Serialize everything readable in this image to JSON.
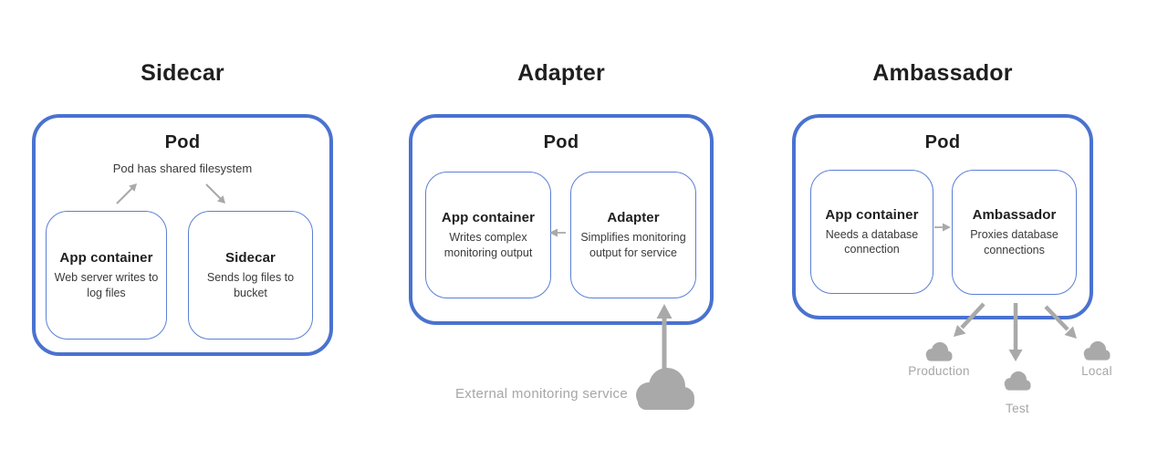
{
  "panels": [
    {
      "title": "Sidecar",
      "pod_label": "Pod",
      "pod_subtitle": "Pod has shared filesystem",
      "containers": [
        {
          "title": "App container",
          "desc": "Web server writes to log files"
        },
        {
          "title": "Sidecar",
          "desc": "Sends log files to bucket"
        }
      ]
    },
    {
      "title": "Adapter",
      "pod_label": "Pod",
      "containers": [
        {
          "title": "App container",
          "desc": "Writes complex monitoring output"
        },
        {
          "title": "Adapter",
          "desc": "Simplifies monitoring output for service"
        }
      ]
    },
    {
      "title": "Ambassador",
      "pod_label": "Pod",
      "containers": [
        {
          "title": "App container",
          "desc": "Needs a database connection"
        },
        {
          "title": "Ambassador",
          "desc": "Proxies database connections"
        }
      ]
    }
  ],
  "external_labels": {
    "monitoring_service": "External monitoring service",
    "environments": [
      "Production",
      "Test",
      "Local"
    ]
  },
  "icons": {
    "cloud": "cloud-icon",
    "arrows": [
      "arrow-up-right-icon",
      "arrow-down-right-icon",
      "arrow-left-icon",
      "arrow-up-icon",
      "arrow-right-icon",
      "arrow-down-left-icon",
      "arrow-down-icon",
      "arrow-down-right-icon"
    ]
  },
  "colors": {
    "pod_border": "#4a72cf",
    "container_border": "#5b7fd6",
    "arrow_gray": "#a9a9a9",
    "label_gray": "#a6a6a6",
    "title_text": "#1f1f1f",
    "body_text": "#3a3a3a"
  }
}
